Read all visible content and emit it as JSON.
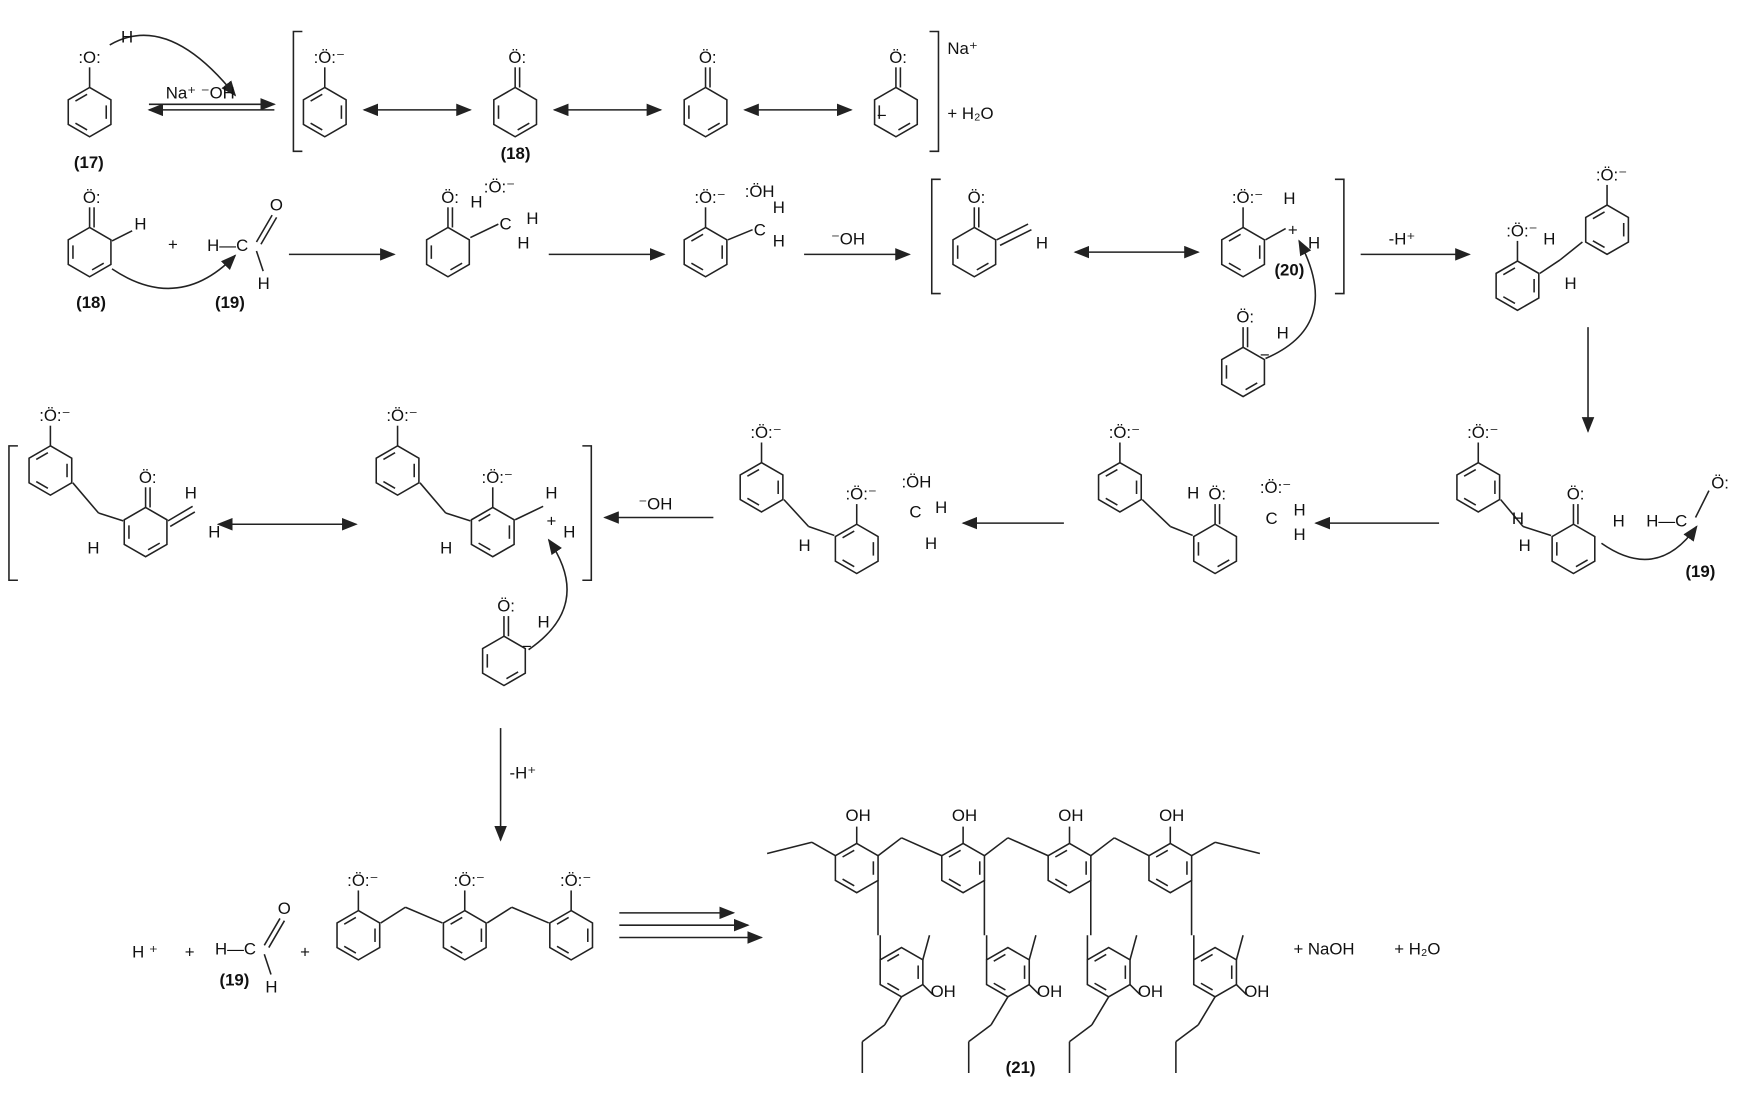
{
  "compounds": {
    "c17": "(17)",
    "c18": "(18)",
    "c19": "(19)",
    "c20": "(20)",
    "c21": "(21)"
  },
  "reagents": {
    "naoh": "Na⁺ ⁻OH",
    "na": "Na⁺",
    "plus_h2o": "+ H₂O",
    "hydroxide": "⁻OH",
    "minus_hplus": "-H⁺",
    "hplus": "H ⁺",
    "plus": "+",
    "plus_naoh": "+ NaOH"
  },
  "atoms": {
    "o_neutral": ":O:",
    "o_anion": ":Ö:⁻",
    "o_carbonyl": "Ö:",
    "o_hydroxyl": ":ÖH",
    "oh": "OH",
    "o": "O",
    "h": "H",
    "c": "C",
    "hc": "H—C",
    "minus": "−",
    "pos": "+"
  }
}
